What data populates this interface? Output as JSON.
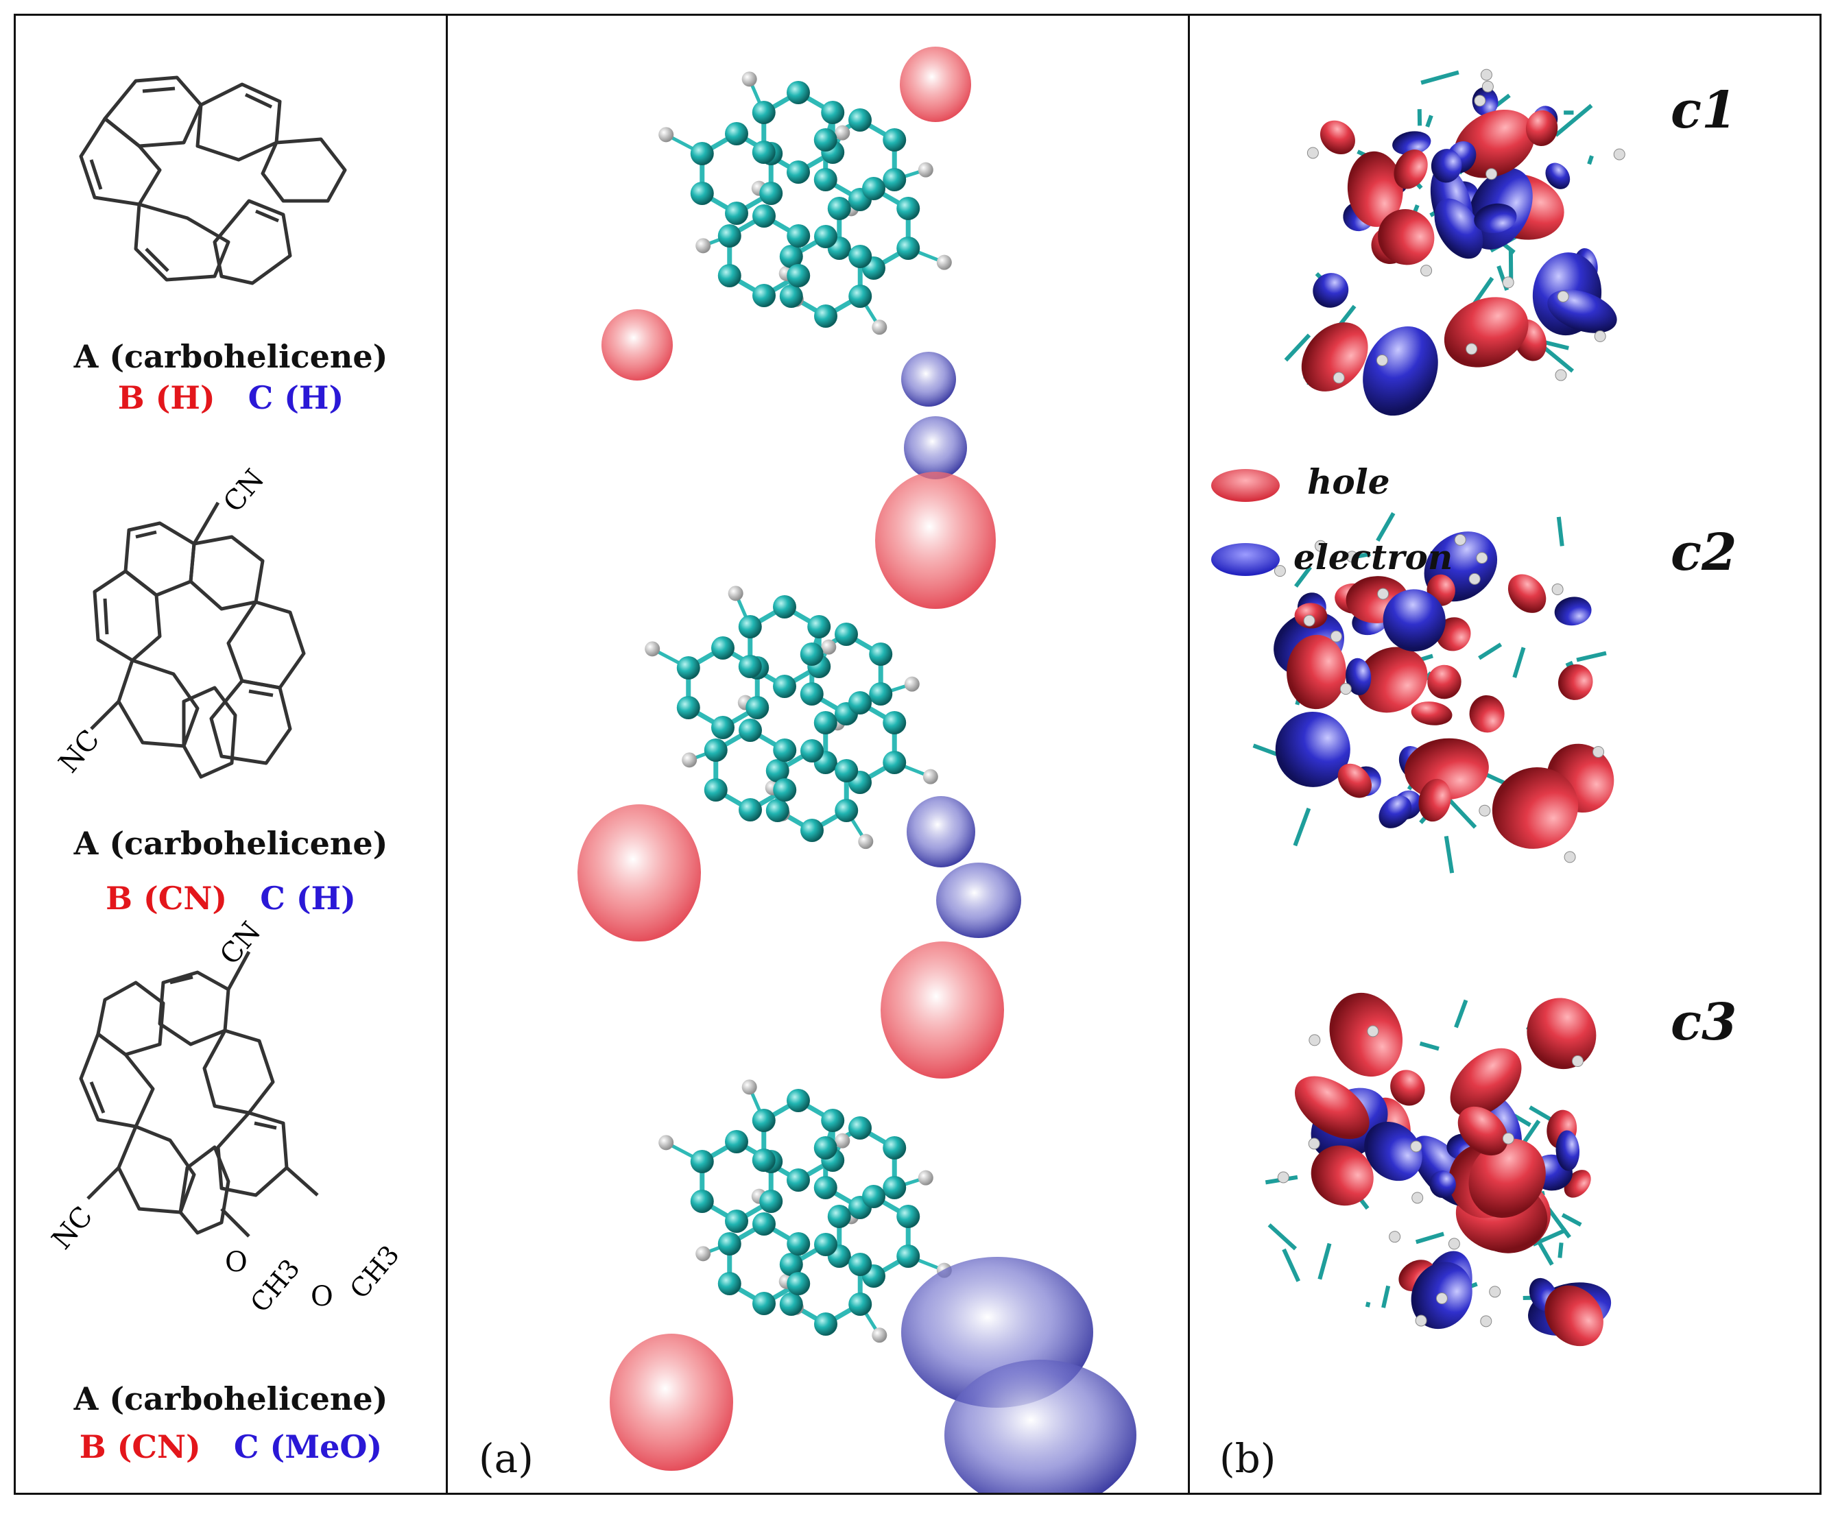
{
  "left": {
    "structures": [
      {
        "name": "A (carbohelicene)",
        "b": "B (H)",
        "c": "C (H)",
        "labels": []
      },
      {
        "name": "A (carbohelicene)",
        "b": "B (CN)",
        "c": "C (H)",
        "labels": [
          "CN",
          "NC"
        ]
      },
      {
        "name": "A (carbohelicene)",
        "b": "B (CN)",
        "c": "C (MeO)",
        "labels": [
          "CN",
          "NC",
          "O",
          "CH3",
          "O",
          "CH3"
        ]
      }
    ]
  },
  "middle": {
    "panel_label": "(a)"
  },
  "right": {
    "panel_label": "(b)",
    "subpanels": [
      "c1",
      "c2",
      "c3"
    ],
    "legend": [
      {
        "text": "hole",
        "color": "#e0404a"
      },
      {
        "text": "electron",
        "color": "#3434d8"
      }
    ]
  },
  "colors": {
    "carbon": "#21b5b2",
    "hydrogen": "#e8e8e8",
    "hole": "#e23a48",
    "electron": "#3030cc",
    "label_red": "#e3161b",
    "label_blue": "#2a18d6"
  }
}
